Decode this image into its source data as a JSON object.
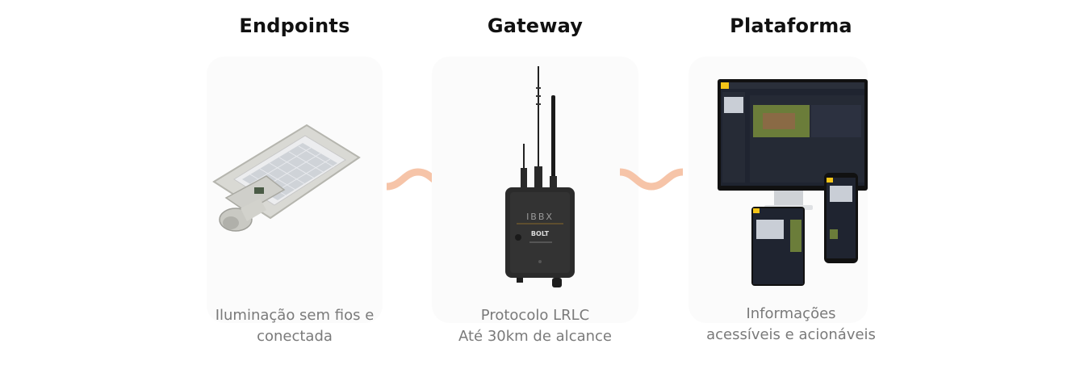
{
  "columns": [
    {
      "title": "Endpoints",
      "caption_lines": [
        "Iluminação sem fios e",
        "conectada"
      ],
      "image": "street-light"
    },
    {
      "title": "Gateway",
      "caption_lines": [
        "Protocolo LRLC",
        "Até 30km de alcance"
      ],
      "image": "gateway-device",
      "device_brand": "IBBX",
      "device_model": "BOLT"
    },
    {
      "title": "Plataforma",
      "caption_lines": [
        "Informações",
        "acessíveis e acionáveis"
      ],
      "image": "monitor-tablet-phone"
    }
  ],
  "colors": {
    "title": "#111111",
    "caption": "#7a7a7a",
    "card": "#fbfbfb",
    "wave": "#f6c4a8",
    "brand_accent": "#f5c518"
  }
}
